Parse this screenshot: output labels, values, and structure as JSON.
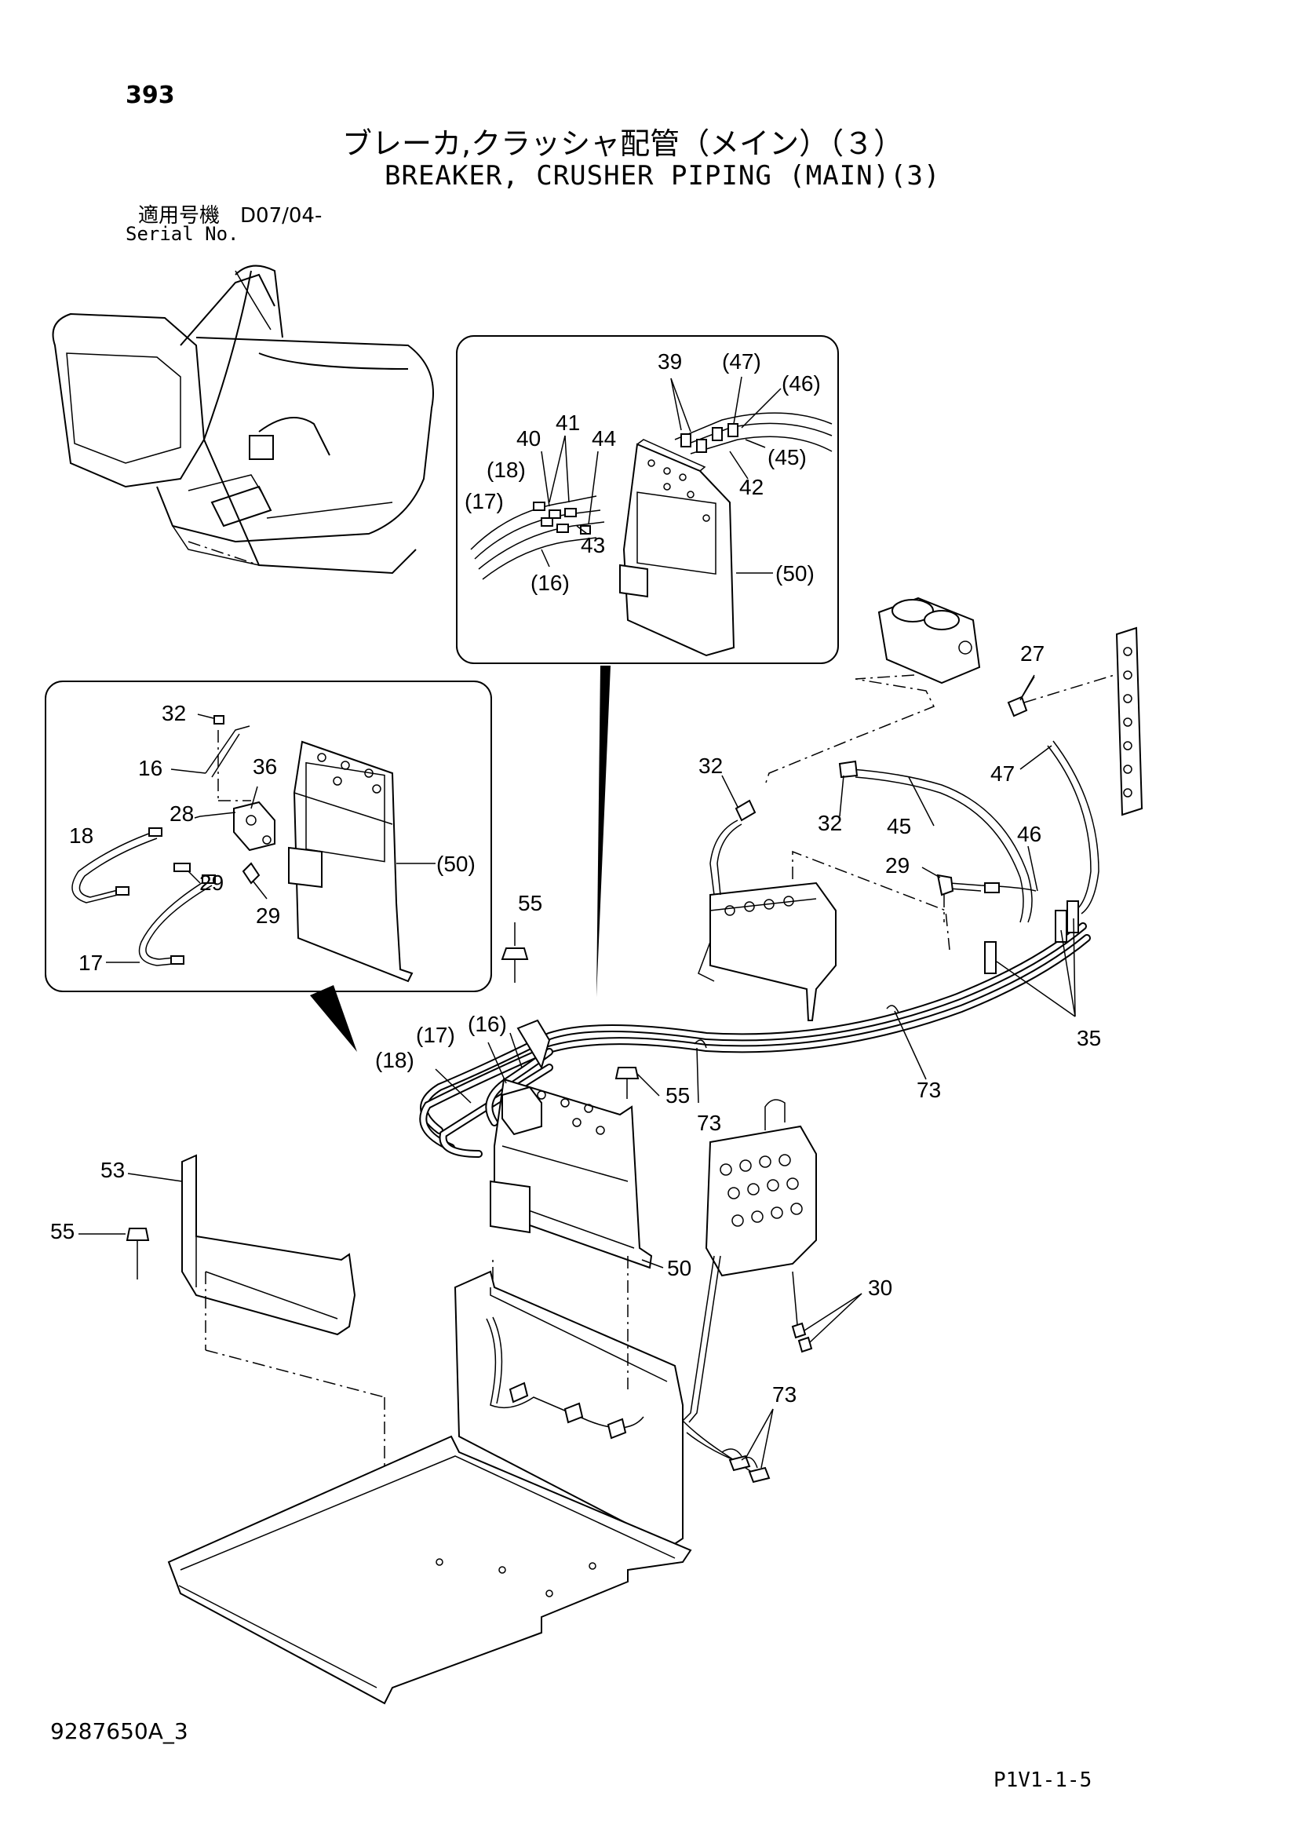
{
  "header": {
    "page_number": "393",
    "title_jp": "ブレーカ,クラッシャ配管（メイン）（３）",
    "title_en": "BREAKER, CRUSHER PIPING (MAIN)(3)",
    "serial_label_jp": "適用号機　D07/04-",
    "serial_label_en": "Serial No."
  },
  "footer": {
    "doc_code": "9287650A_3",
    "page_code": "P1V1-1-5"
  },
  "inset_top_labels": [
    "39",
    "(47)",
    "(46)",
    "41",
    "40",
    "44",
    "(45)",
    "(18)",
    "42",
    "(17)",
    "43",
    "(50)",
    "(16)"
  ],
  "inset_left_labels": [
    "32",
    "16",
    "36",
    "28",
    "18",
    "29",
    "(50)",
    "29",
    "17"
  ],
  "main_labels": [
    "27",
    "32",
    "47",
    "32",
    "45",
    "46",
    "29",
    "55",
    "35",
    "(17)",
    "(16)",
    "(18)",
    "55",
    "73",
    "73",
    "53",
    "55",
    "50",
    "30",
    "73"
  ]
}
